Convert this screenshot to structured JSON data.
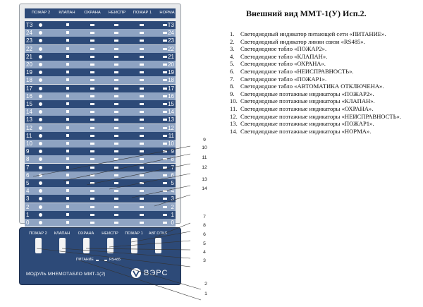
{
  "title": "Внешний вид ММТ-1(У) Исп.2.",
  "legend": [
    {
      "num": "1.",
      "text": "Светодиодный индикатор питающей сети «ПИТАНИЕ»."
    },
    {
      "num": "2.",
      "text": "Светодиодный индикатор линии связи «RS485»."
    },
    {
      "num": "3.",
      "text": "Светодиодное табло «ПОЖАР2»."
    },
    {
      "num": "4.",
      "text": "Светодиодное табло «КЛАПАН»."
    },
    {
      "num": "5.",
      "text": "Светодиодное табло «ОХРАНА»."
    },
    {
      "num": "6.",
      "text": "Светодиодное табло «НЕИСПРАВНОСТЬ»."
    },
    {
      "num": "7.",
      "text": "Светодиодное табло «ПОЖАР1»."
    },
    {
      "num": "8.",
      "text": "Светодиодное табло «АВТОМАТИКА ОТКЛЮЧЕНА»."
    },
    {
      "num": "9.",
      "text": "Светодиодные поэтажные индикаторы «ПОЖАР2»."
    },
    {
      "num": "10.",
      "text": "Светодиодные поэтажные индикаторы «КЛАПАН»."
    },
    {
      "num": "11.",
      "text": "Светодиодные поэтажные индикаторы «ОХРАНА»."
    },
    {
      "num": "12.",
      "text": "Светодиодные поэтажные индикаторы «НЕИСПРАВНОСТЬ»."
    },
    {
      "num": "13.",
      "text": "Светодиодные поэтажные индикаторы «ПОЖАР1»."
    },
    {
      "num": "14.",
      "text": "Светодиодные поэтажные индикаторы «НОРМА»."
    }
  ],
  "panel": {
    "columns": [
      "ПОЖАР 2",
      "КЛАПАН",
      "ОХРАНА",
      "НЕИСПР",
      "ПОЖАР 1",
      "НОРМА"
    ],
    "rows": [
      "T3",
      "24",
      "23",
      "22",
      "21",
      "20",
      "19",
      "18",
      "17",
      "16",
      "15",
      "14",
      "13",
      "12",
      "11",
      "10",
      "9",
      "8",
      "7",
      "6",
      "5",
      "4",
      "3",
      "2",
      "1",
      "0"
    ]
  },
  "module": {
    "columns": [
      "ПОЖАР 2",
      "КЛАПАН",
      "ОХРАНА",
      "НЕИСПР",
      "ПОЖАР 1",
      "АВТ.ОТКЛ"
    ],
    "power_label": "ПИТАНИЕ",
    "rs_label": "RS485",
    "name": "МОДУЛЬ МНЕМОТАБЛО ММТ-1(2)",
    "logo": "ВЭРС"
  },
  "callouts": {
    "right_upper": [
      "9",
      "10",
      "11",
      "12",
      "13",
      "14"
    ],
    "right_lower": [
      "7",
      "8",
      "6",
      "5",
      "4",
      "3"
    ],
    "bottom": [
      "2",
      "1"
    ]
  }
}
